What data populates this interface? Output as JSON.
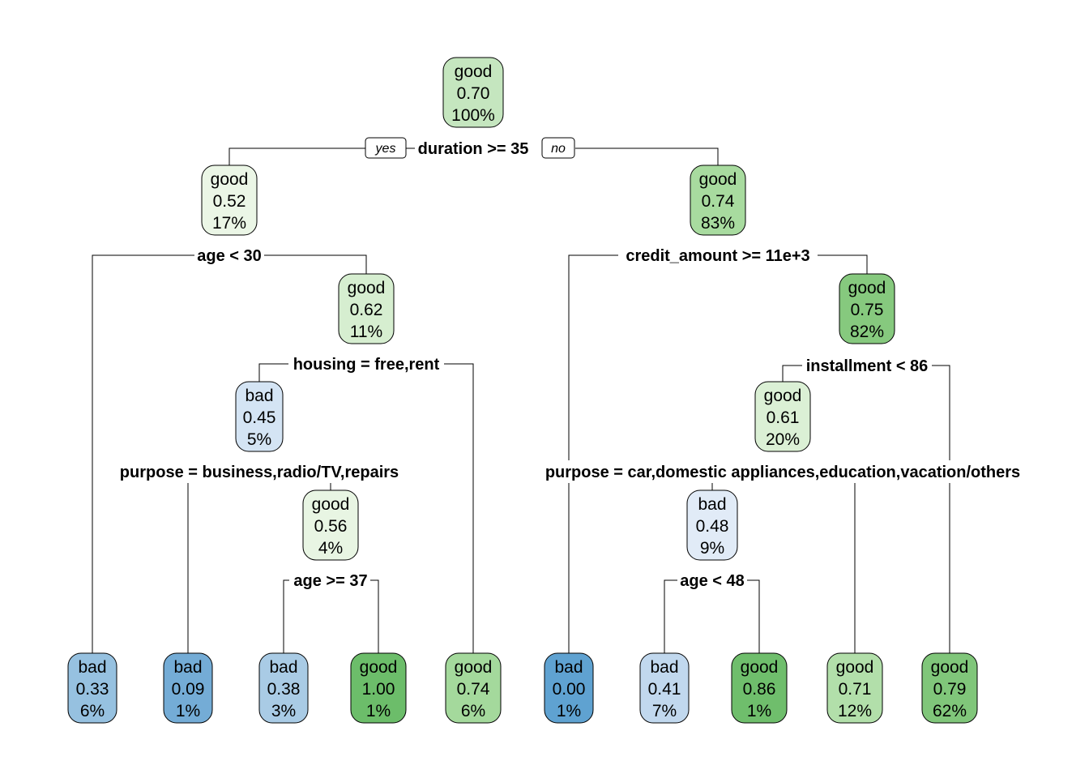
{
  "tree": {
    "branch_labels": {
      "yes": "yes",
      "no": "no"
    },
    "nodes": [
      {
        "id": "n1",
        "class": "good",
        "prob": "0.70",
        "pct": "100%",
        "fill": "#c5e6bf"
      },
      {
        "id": "n2",
        "class": "good",
        "prob": "0.52",
        "pct": "17%",
        "fill": "#ebf6e6"
      },
      {
        "id": "n3",
        "class": "good",
        "prob": "0.74",
        "pct": "83%",
        "fill": "#a8db9f"
      },
      {
        "id": "n5",
        "class": "good",
        "prob": "0.62",
        "pct": "11%",
        "fill": "#d6eed0"
      },
      {
        "id": "n7",
        "class": "good",
        "prob": "0.75",
        "pct": "82%",
        "fill": "#86c97e"
      },
      {
        "id": "n10",
        "class": "bad",
        "prob": "0.45",
        "pct": "5%",
        "fill": "#d4e4f4"
      },
      {
        "id": "n14",
        "class": "good",
        "prob": "0.61",
        "pct": "20%",
        "fill": "#dbf0d5"
      },
      {
        "id": "n21",
        "class": "good",
        "prob": "0.56",
        "pct": "4%",
        "fill": "#e8f5e3"
      },
      {
        "id": "n28",
        "class": "bad",
        "prob": "0.48",
        "pct": "9%",
        "fill": "#e1ebf7"
      },
      {
        "id": "L1",
        "class": "bad",
        "prob": "0.33",
        "pct": "6%",
        "fill": "#96c1e0"
      },
      {
        "id": "L2",
        "class": "bad",
        "prob": "0.09",
        "pct": "1%",
        "fill": "#74acd6"
      },
      {
        "id": "L3",
        "class": "bad",
        "prob": "0.38",
        "pct": "3%",
        "fill": "#a9cbe5"
      },
      {
        "id": "L4",
        "class": "good",
        "prob": "1.00",
        "pct": "1%",
        "fill": "#6cbd6a"
      },
      {
        "id": "L5",
        "class": "good",
        "prob": "0.74",
        "pct": "6%",
        "fill": "#a4d99c"
      },
      {
        "id": "L6",
        "class": "bad",
        "prob": "0.00",
        "pct": "1%",
        "fill": "#5fa2d1"
      },
      {
        "id": "L7",
        "class": "bad",
        "prob": "0.41",
        "pct": "7%",
        "fill": "#c1d8ee"
      },
      {
        "id": "L8",
        "class": "good",
        "prob": "0.86",
        "pct": "1%",
        "fill": "#6fbe6c"
      },
      {
        "id": "L9",
        "class": "good",
        "prob": "0.71",
        "pct": "12%",
        "fill": "#b2dfaa"
      },
      {
        "id": "L10",
        "class": "good",
        "prob": "0.79",
        "pct": "62%",
        "fill": "#80c67a"
      }
    ],
    "splits": [
      {
        "id": "s1",
        "label": "duration >= 35"
      },
      {
        "id": "s2",
        "label": "age < 30"
      },
      {
        "id": "s3",
        "label": "credit_amount >= 11e+3"
      },
      {
        "id": "s5",
        "label": "housing = free,rent"
      },
      {
        "id": "s7",
        "label": "installment < 86"
      },
      {
        "id": "s10",
        "label": "purpose = business,radio/TV,repairs"
      },
      {
        "id": "s14",
        "label": "purpose = car,domestic appliances,education,vacation/others"
      },
      {
        "id": "s21",
        "label": "age >= 37"
      },
      {
        "id": "s28",
        "label": "age < 48"
      }
    ]
  }
}
